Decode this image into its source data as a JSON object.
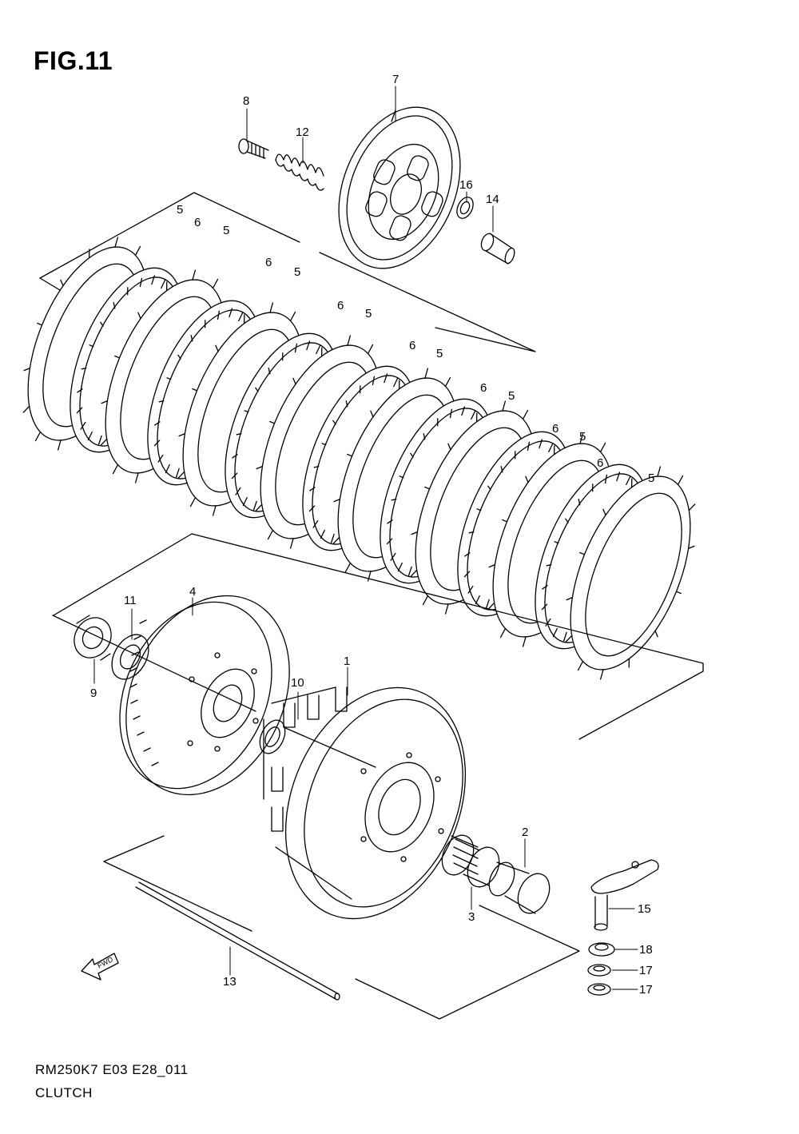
{
  "figure": {
    "title": "FIG.11",
    "code": "RM250K7 E03 E28_011",
    "name": "CLUTCH"
  },
  "fwd_label": "FWD",
  "callouts": [
    {
      "id": "c7",
      "text": "7"
    },
    {
      "id": "c8",
      "text": "8"
    },
    {
      "id": "c12",
      "text": "12"
    },
    {
      "id": "c16",
      "text": "16"
    },
    {
      "id": "c14",
      "text": "14"
    },
    {
      "id": "p5a",
      "text": "5"
    },
    {
      "id": "p6a",
      "text": "6"
    },
    {
      "id": "p5b",
      "text": "5"
    },
    {
      "id": "p6b",
      "text": "6"
    },
    {
      "id": "p5c",
      "text": "5"
    },
    {
      "id": "p6c",
      "text": "6"
    },
    {
      "id": "p5d",
      "text": "5"
    },
    {
      "id": "p6d",
      "text": "6"
    },
    {
      "id": "p5e",
      "text": "5"
    },
    {
      "id": "p6e",
      "text": "6"
    },
    {
      "id": "p5f",
      "text": "5"
    },
    {
      "id": "p6f",
      "text": "6"
    },
    {
      "id": "p5g",
      "text": "5"
    },
    {
      "id": "p6g",
      "text": "6"
    },
    {
      "id": "p5h",
      "text": "5"
    },
    {
      "id": "c11",
      "text": "11"
    },
    {
      "id": "c4",
      "text": "4"
    },
    {
      "id": "c9",
      "text": "9"
    },
    {
      "id": "c10",
      "text": "10"
    },
    {
      "id": "c1",
      "text": "1"
    },
    {
      "id": "c2",
      "text": "2"
    },
    {
      "id": "c3",
      "text": "3"
    },
    {
      "id": "c15",
      "text": "15"
    },
    {
      "id": "c18",
      "text": "18"
    },
    {
      "id": "c17a",
      "text": "17"
    },
    {
      "id": "c17b",
      "text": "17"
    },
    {
      "id": "c13",
      "text": "13"
    }
  ]
}
